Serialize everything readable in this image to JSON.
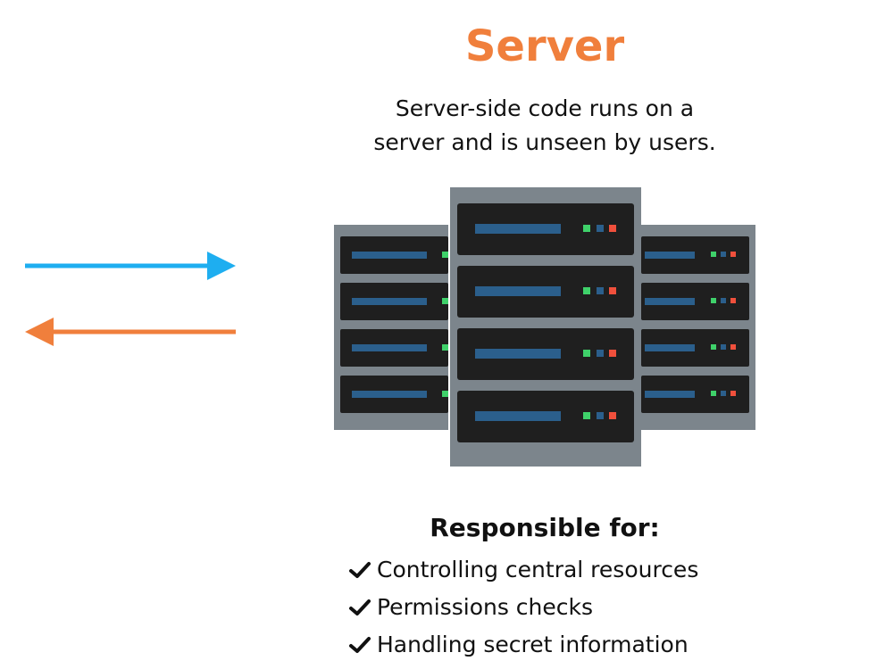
{
  "title": "Server",
  "subtitle": {
    "line1": "Server-side code runs on a",
    "line2": "server and is unseen by users."
  },
  "responsible": {
    "heading": "Responsible for:",
    "items": [
      "Controlling central resources",
      "Permissions checks",
      "Handling secret information"
    ]
  },
  "colors": {
    "accent_orange": "#f07f3c",
    "request_blue": "#1eaef0",
    "rack_frame": "#7c858c",
    "unit_dark": "#1f1f1f",
    "drive_bar": "#2b5f8c",
    "led_green": "#3fd16a",
    "led_blue": "#2b5f8c",
    "led_red": "#f0503c"
  },
  "icons": {
    "request": "arrow-right-icon",
    "response": "arrow-left-icon",
    "server": "server-rack-icon",
    "check": "check-icon"
  }
}
